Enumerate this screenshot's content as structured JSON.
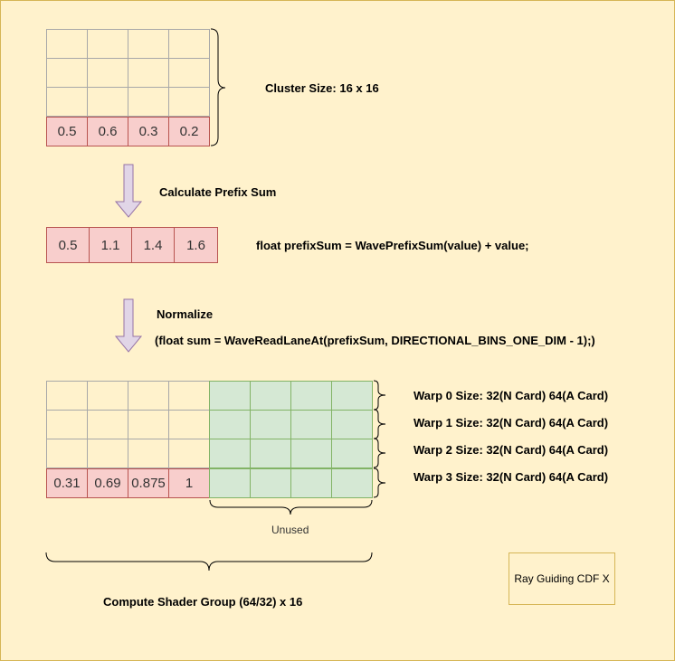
{
  "cluster": {
    "values": [
      "0.5",
      "0.6",
      "0.3",
      "0.2"
    ],
    "size_label": "Cluster Size: 16 x 16"
  },
  "prefix": {
    "step_label": "Calculate Prefix Sum",
    "values": [
      "0.5",
      "1.1",
      "1.4",
      "1.6"
    ],
    "code": "float prefixSum = WavePrefixSum(value) + value;"
  },
  "normalize": {
    "step_label": "Normalize",
    "code": "(float sum = WaveReadLaneAt(prefixSum, DIRECTIONAL_BINS_ONE_DIM - 1);)"
  },
  "group": {
    "values": [
      "0.31",
      "0.69",
      "0.875",
      "1"
    ],
    "warps": [
      "Warp 0 Size: 32(N Card) 64(A Card)",
      "Warp 1 Size: 32(N Card) 64(A Card)",
      "Warp 2 Size: 32(N Card) 64(A Card)",
      "Warp 3 Size: 32(N Card) 64(A Card)"
    ],
    "unused_label": "Unused",
    "caption": "Compute Shader Group (64/32) x 16"
  },
  "legend": {
    "label": "Ray Guiding CDF X"
  },
  "colors": {
    "background": "#fff2cc",
    "value_cell": "#f8cecc",
    "unused_cell": "#d5e8d4",
    "arrow": "#e1d5e7"
  }
}
